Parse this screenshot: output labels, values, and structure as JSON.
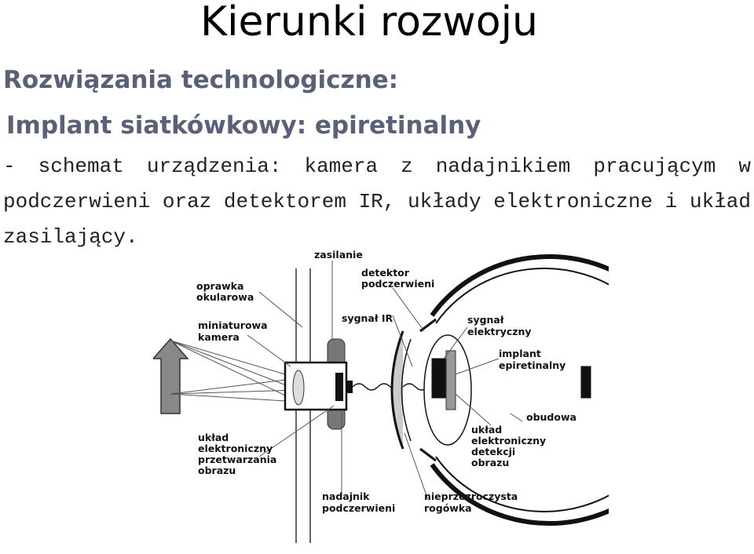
{
  "slide": {
    "title": "Kierunki rozwoju",
    "heading1": "Rozwiązania technologiczne:",
    "heading2": "Implant siatkówkowy: epiretinalny",
    "body": "- schemat urządzenia: kamera z nadajnikiem pracującym w podczerwieni oraz detektorem IR, układy elektroniczne i układ zasilający."
  },
  "diagram": {
    "labels": {
      "zasilanie": "zasilanie",
      "oprawka1": "oprawka",
      "oprawka2": "okularowa",
      "kamera1": "miniaturowa",
      "kamera2": "kamera",
      "detektor1": "detektor",
      "detektor2": "podczerwieni",
      "sygnal_ir": "sygnał IR",
      "sygnal_el1": "sygnał",
      "sygnal_el2": "elektryczny",
      "implant1": "implant",
      "implant2": "epiretinalny",
      "obudowa": "obudowa",
      "uklad_det1": "układ",
      "uklad_det2": "elektroniczny",
      "uklad_det3": "detekcji",
      "uklad_det4": "obrazu",
      "uklad_prz1": "układ",
      "uklad_prz2": "elektroniczny",
      "uklad_prz3": "przetwarzania",
      "uklad_prz4": "obrazu",
      "nadajnik1": "nadajnik",
      "nadajnik2": "podczerwieni",
      "rogowka1": "nieprzezroczysta",
      "rogowka2": "rogówka"
    }
  }
}
